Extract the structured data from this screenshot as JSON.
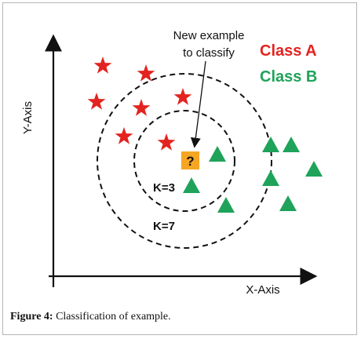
{
  "diagram": {
    "y_axis_label": "Y-Axis",
    "x_axis_label": "X-Axis",
    "new_example_line1": "New example",
    "new_example_line2": "to classify",
    "question_mark": "?",
    "k_inner": "K=3",
    "k_outer": "K=7",
    "legend": {
      "class_a": "Class A",
      "class_b": "Class B",
      "class_a_color": "#e3231f",
      "class_b_color": "#1fa35a"
    },
    "query_color": "#f5a623",
    "class_a_marker": "star-icon",
    "class_b_marker": "triangle-icon"
  },
  "caption": {
    "label": "Figure 4:",
    "text": " Classification of example."
  }
}
